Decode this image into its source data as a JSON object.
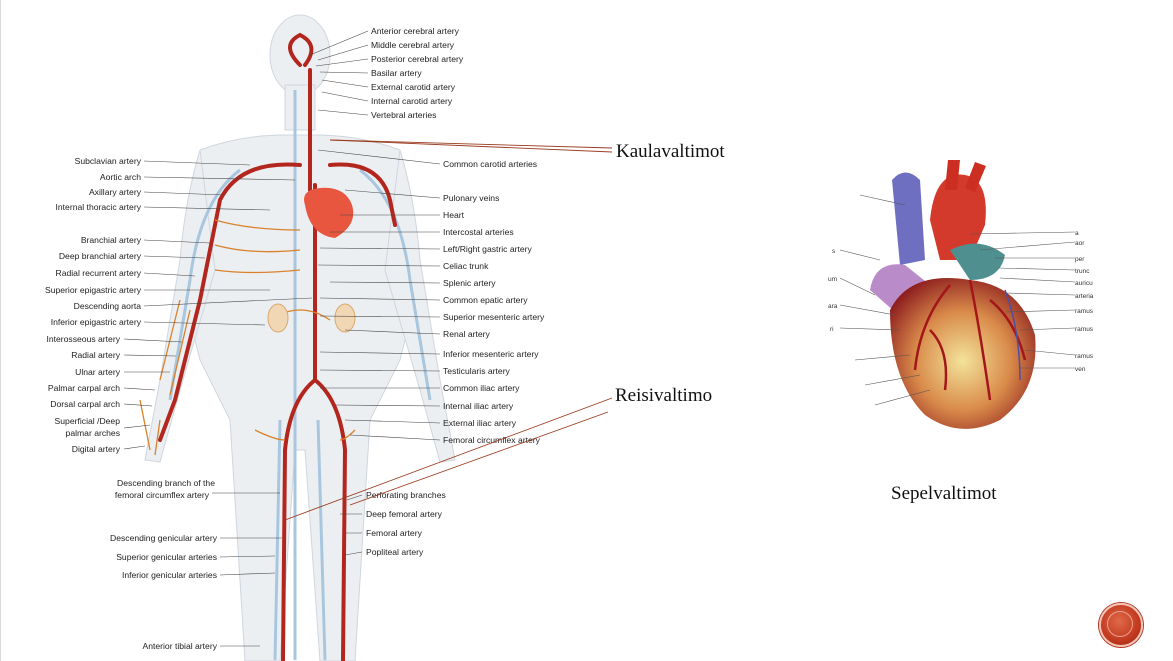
{
  "slide": {
    "callouts": {
      "kaulavaltimot": "Kaulavaltimot",
      "reisivaltimo": "Reisivaltimo",
      "sepelvaltimot": "Sepelvaltimot"
    },
    "accent_color": "#c0391e"
  },
  "figure_labels": {
    "right": [
      "Anterior cerebral artery",
      "Middle cerebral artery",
      "Posterior cerebral artery",
      "Basilar artery",
      "External carotid artery",
      "Internal carotid artery",
      "Vertebral arteries",
      "Common carotid arteries",
      "Pulonary veins",
      "Heart",
      "Intercostal arteries",
      "Left/Right gastric artery",
      "Celiac trunk",
      "Splenic artery",
      "Common epatic artery",
      "Superior mesenteric artery",
      "Renal artery",
      "Inferior mesenteric artery",
      "Testicularis artery",
      "Common iliac artery",
      "Internal iliac artery",
      "External iliac artery",
      "Femoral circumflex artery"
    ],
    "left": [
      "Subclavian artery",
      "Aortic arch",
      "Axillary artery",
      "Internal thoracic artery",
      "Branchial artery",
      "Deep branchial artery",
      "Radial recurrent artery",
      "Superior epigastric artery",
      "Descending aorta",
      "Inferior epigastric artery",
      "Interosseous artery",
      "Radial artery",
      "Ulnar artery",
      "Palmar carpal arch",
      "Dorsal carpal arch",
      "Superficial /Deep",
      "palmar arches",
      "Digital artery"
    ],
    "lower_left": [
      "Descending branch of the",
      "femoral circumflex artery",
      "Descending genicular artery",
      "Superior genicular arteries",
      "Inferior genicular arteries",
      "Anterior tibial artery"
    ],
    "lower_right": [
      "Perforating branches",
      "Deep femoral artery",
      "Femoral artery",
      "Popliteal artery"
    ]
  },
  "heart_labels": {
    "right": [
      "a",
      "aor",
      "per",
      "trunc",
      "auricu",
      "arteria",
      "ramus",
      "ramus",
      "ramus",
      "ven"
    ],
    "left": [
      "s",
      "um",
      "ara",
      "ri"
    ]
  },
  "icons": {
    "next": "next-slide-icon"
  }
}
